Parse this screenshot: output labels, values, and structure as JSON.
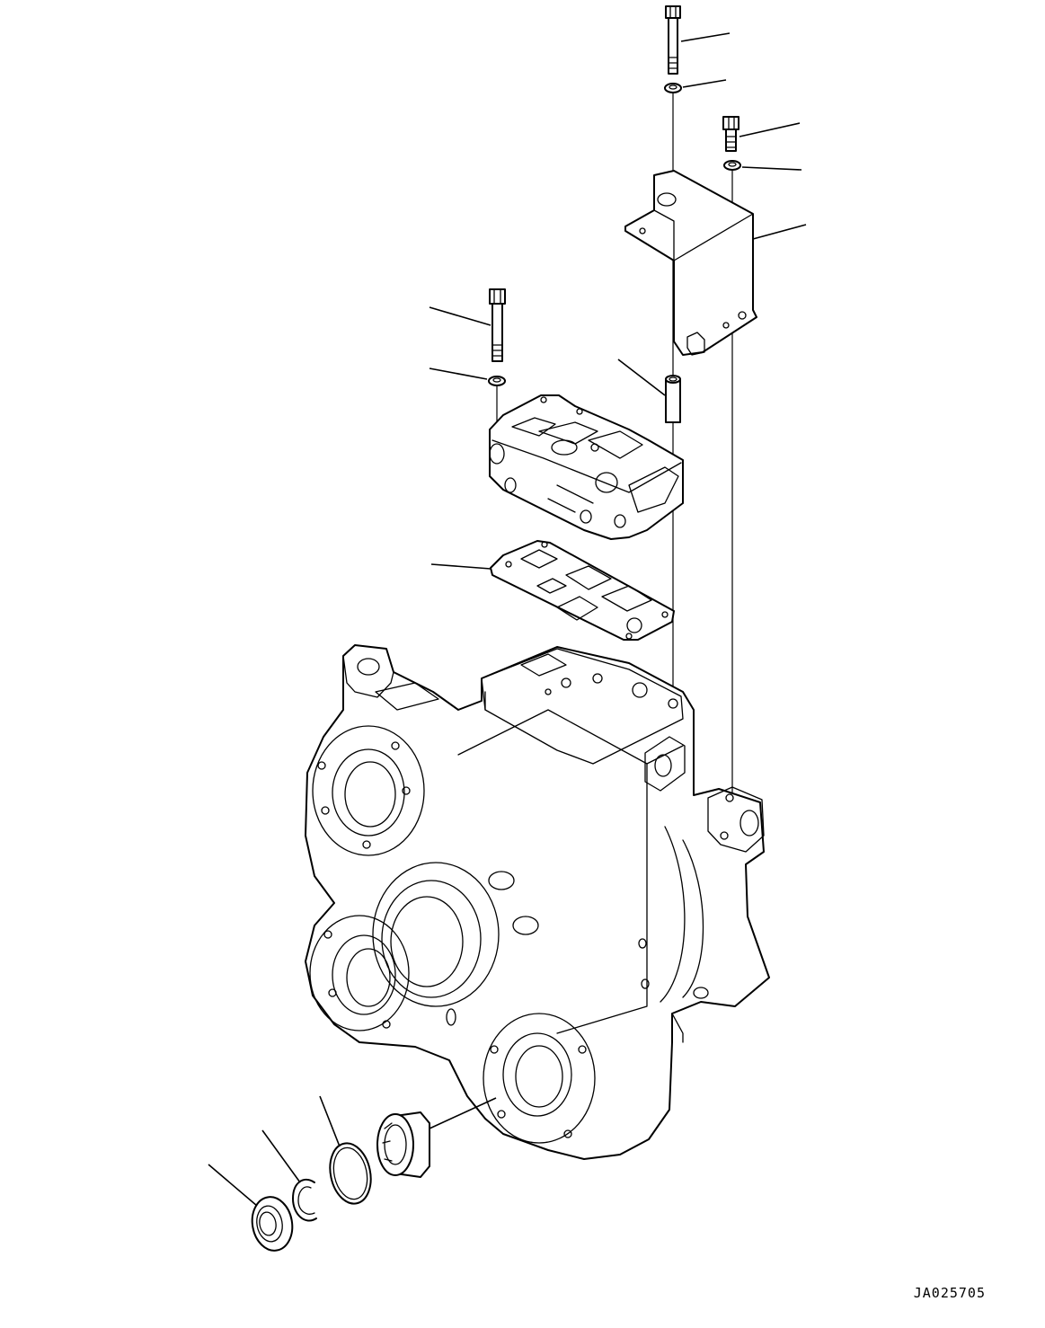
{
  "drawing": {
    "drawing_id": "JA025705",
    "part_groups": [
      "long-bolt",
      "washer",
      "short-bolt",
      "washer",
      "cover-bracket",
      "valve-bolt",
      "valve-washer",
      "spacer-pipe",
      "control-valve",
      "gasket",
      "transmission-case",
      "bearing",
      "snap-ring",
      "snap-ring",
      "oil-seal"
    ]
  }
}
